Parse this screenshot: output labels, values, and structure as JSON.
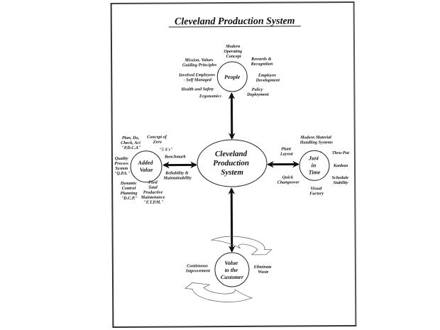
{
  "title": "Cleveland Production System",
  "center": {
    "lines": [
      "Cleveland",
      "Production",
      "System"
    ]
  },
  "nodes": {
    "people": {
      "lines": [
        "People"
      ],
      "labels": [
        {
          "lines": [
            "Modern",
            "Operating",
            "Concept"
          ]
        },
        {
          "lines": [
            "Mission, Values",
            "Guiding Principles"
          ]
        },
        {
          "lines": [
            "Rewards &",
            "Recognition"
          ]
        },
        {
          "lines": [
            "Involved Employees",
            "- Self Managed"
          ]
        },
        {
          "lines": [
            "Employee",
            "Development"
          ]
        },
        {
          "lines": [
            "Health and Safety"
          ]
        },
        {
          "lines": [
            "Ergonomics"
          ]
        },
        {
          "lines": [
            "Policy",
            "Deployment"
          ]
        }
      ]
    },
    "added_value": {
      "lines": [
        "Added",
        "Value"
      ],
      "labels": [
        {
          "lines": [
            "Plan, Do,",
            "Check, Act",
            "\"P.D.C.A\""
          ]
        },
        {
          "lines": [
            "Concept of",
            "Zero"
          ]
        },
        {
          "lines": [
            "\"5 S's\""
          ]
        },
        {
          "lines": [
            "Quality",
            "Process",
            "System",
            "\"Q.P.S.\""
          ]
        },
        {
          "lines": [
            "Benchmark"
          ]
        },
        {
          "lines": [
            "Reliability &",
            "Maintainability"
          ]
        },
        {
          "lines": [
            "Dynamic",
            "Control",
            "Planning",
            "\"D.C.P.\""
          ]
        },
        {
          "lines": [
            "Ford",
            "Total",
            "Productive",
            "Maintenance",
            "\"F.T.P.M.\""
          ]
        }
      ]
    },
    "just_in_time": {
      "lines": [
        "Just",
        "in",
        "Time"
      ],
      "labels": [
        {
          "lines": [
            "Modern Material",
            "Handling Systems"
          ]
        },
        {
          "lines": [
            "Plant",
            "Layout"
          ]
        },
        {
          "lines": [
            "Thru-Put"
          ]
        },
        {
          "lines": [
            "Kanban"
          ]
        },
        {
          "lines": [
            "Quick",
            "Changeover"
          ]
        },
        {
          "lines": [
            "Schedule",
            "Stability"
          ]
        },
        {
          "lines": [
            "Visual",
            "Factory"
          ]
        }
      ]
    },
    "value_to_customer": {
      "lines": [
        "Value",
        "to the",
        "Customer"
      ],
      "labels": [
        {
          "lines": [
            "Continuous",
            "Improvement"
          ]
        },
        {
          "lines": [
            "Eliminate",
            "Waste"
          ]
        }
      ]
    }
  },
  "connections": [
    {
      "from": "center",
      "to": "people",
      "type": "double-arrow"
    },
    {
      "from": "center",
      "to": "added_value",
      "type": "double-arrow"
    },
    {
      "from": "center",
      "to": "just_in_time",
      "type": "double-arrow"
    },
    {
      "from": "center",
      "to": "value_to_customer",
      "type": "double-arrow"
    }
  ]
}
